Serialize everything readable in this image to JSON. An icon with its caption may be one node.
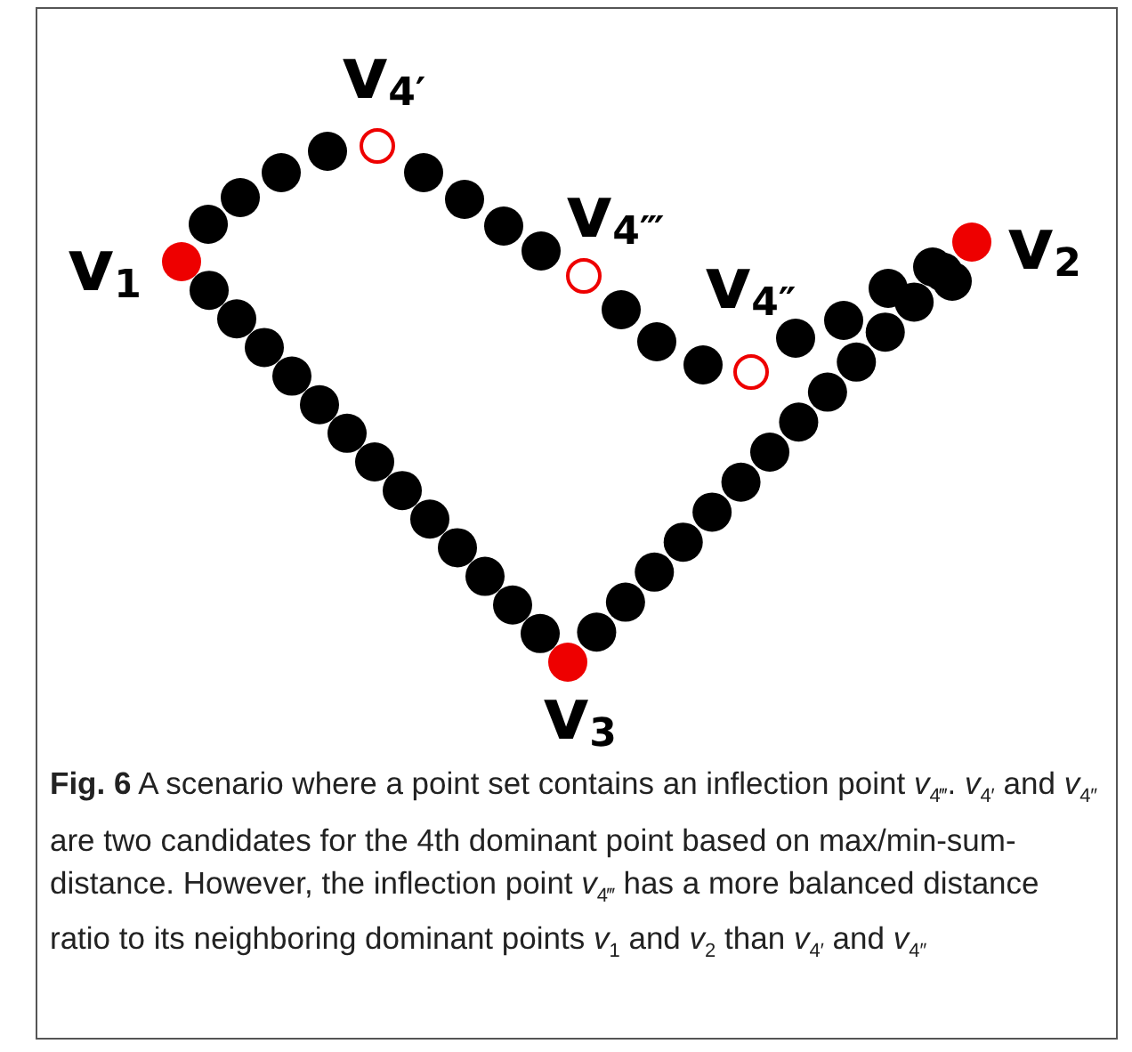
{
  "diagram": {
    "labels": [
      "v$_{4′}$",
      "v$_{4‴}$",
      "v$_{1}$",
      "v$_{4″}$",
      "v$_{2}$",
      "v$_{3}$"
    ],
    "caption": "**Fig. 6** A scenario where a point set contains an inflection point *v*$_{4‴}$. *v*$_{4′}$ and *v*$_{4″}$ are two candidates for the 4th dominant point based on max/min-sum-distance. However, the inflection point *v*$_{4‴}$ has a more balanced distance ratio to its neighboring dominant points *v*$_{1}$ and *v*$_{2}$ than *v*$_{4′}$ and *v*$_{4″}$"
  }
}
